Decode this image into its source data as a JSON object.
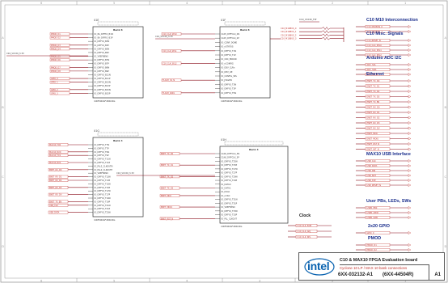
{
  "colors": {
    "wire": "#8b0f1a",
    "net_label": "#c0302b",
    "pin_text": "#3a3a3a",
    "bank_title": "#c0302b",
    "frame": "#9a9a9a",
    "title_blue": "#1a2e8c",
    "intel_blue": "#0a63b0"
  },
  "frame": {
    "top_markers": [
      "6",
      "5",
      "4",
      "3",
      "2",
      "1"
    ],
    "side_markers": [
      "A",
      "B",
      "C",
      "D"
    ]
  },
  "parts": [
    {
      "ref": "U1E",
      "bank": "Bank 8",
      "pins": [
        "IO_8A_DIFFIO_B1N",
        "IO_8A_DIFFIO_B1P",
        "IO_DIFFIO_B3N",
        "IO_DIFFIO_B3P",
        "IO_DIFFIO_B5N",
        "IO_DIFFIO_B5P",
        "IO_VREFB8N0",
        "IO_DIFFIO_B7N",
        "IO_DIFFIO_B7P",
        "IO_DIFFIO_B9N",
        "IO_DIFFIO_B9P",
        "IO_DIFFIO_B11N",
        "IO_DIFFIO_B11P",
        "IO_DIFFIO_B13N",
        "IO_DIFFIO_B13P",
        "IO_DIFFIO_B15N",
        "IO_DIFFIO_B15P"
      ],
      "part_no": "10M50DAF484C6G",
      "nets_left": [
        "PMOD_D1",
        "PMOD_D2",
        "PMOD_D3",
        "PMOD_D4",
        "PMOD_D5",
        "PMOD_D6",
        "PMOD_D7",
        "PMOD_D8",
        "GPIO_0",
        "GPIO_1",
        "GPIO_2",
        "GPIO_3"
      ],
      "supply": "C10_VCCIO_3.3V"
    },
    {
      "ref": "U1F",
      "bank": "Bank 8",
      "pins": [
        "CLK5_DIFFCLK_2N",
        "CLK5_DIFFCLK_2P",
        "IO_CONF_DONE",
        "IO_nSTATUS",
        "IO_DIFFIO_T1N",
        "IO_DIFFIO_T1P",
        "IO_CRC_ERROR",
        "IO_nCONFIG",
        "IO_DEV_CLRn",
        "IO_DEV_OE",
        "IO_CONFIG_SEL",
        "IO_JTAGEN",
        "IO_DIFFIO_T3N",
        "IO_DIFFIO_T3P",
        "IO_DIFFIO_T5N"
      ],
      "part_no": "10M50DAF484C6G",
      "nets_left": [
        "C10_CLK_SEL0",
        "C10_CLK_SEL1",
        "C10_CLK_SEL2",
        "FLASH_CS_N",
        "FLASH_DATA"
      ],
      "supply": "C10_VCCIO_3.3V"
    },
    {
      "ref": "U1G",
      "bank": "Bank 4",
      "pins": [
        "IO_DIFFIO_T7N",
        "IO_DIFFIO_T7P",
        "IO_DIFFIO_T9N",
        "IO_DIFFIO_T9P",
        "IO_DIFFIO_T11N",
        "IO_DIFFIO_T11P",
        "IO_PLL2_CLKOUTN",
        "IO_PLL2_CLKOUTP",
        "IO_VREFB4N0",
        "IO_DIFFIO_T13N",
        "IO_DIFFIO_T13P",
        "IO_DIFFIO_T15N",
        "IO_DIFFIO_T15P",
        "IO_DIFFIO_T17N",
        "IO_DIFFIO_T17P",
        "IO_DIFFIO_T19N",
        "IO_DIFFIO_T19P",
        "IO_DIFFIO_T21N",
        "IO_DIFFIO_T21P",
        "IO_DIFFIO_T23N"
      ],
      "part_no": "10M50DAF484C6G",
      "nets_left": [
        "MAX10_TX0",
        "MAX10_RX0",
        "MAX10_TX1",
        "MAX10_RX1",
        "ENET_RX_D0",
        "ENET_RX_D1",
        "ENET_RX_D2",
        "ENET_RX_D3",
        "ENET_RX_DV",
        "ENET_TX_EN",
        "USB_CLK",
        "USB_DATA"
      ],
      "supply": ""
    },
    {
      "ref": "U1H",
      "bank": "Bank 3",
      "pins": [
        "CLK6_DIFFCLK_3N",
        "CLK6_DIFFCLK_3P",
        "IO_DIFFIO_T25N",
        "IO_DIFFIO_T25P",
        "IO_DIFFIO_T27N",
        "IO_DIFFIO_T27P",
        "IO_DIFFIO_T29N",
        "IO_DIFFIO_T29P",
        "IO_DATA0",
        "IO_DATA1",
        "IO_DCLK",
        "IO_nCSO",
        "IO_DIFFIO_T31N",
        "IO_DIFFIO_T31P",
        "IO_VREFB3N0",
        "IO_DIFFIO_T33N",
        "IO_DIFFIO_T33P",
        "IO_PLL_CLKOUT"
      ],
      "part_no": "10M50DAF484C6G",
      "nets_left": [
        "ENET_TX_D0",
        "ENET_TX_D1",
        "ENET_TX_D2",
        "ENET_TX_D3",
        "ENET_MDC",
        "ENET_MDIO",
        "ENET_RST_N"
      ],
      "supply": "C10_VCCIO_3.3V"
    }
  ],
  "top_net": "C10_VCCIO_FLT",
  "top_connector_nets": [
    "C10_M10BUS_0",
    "C10_M10BUS_1",
    "C10_M10BUS_2",
    "C10_M10BUS_3"
  ],
  "right_sections": [
    {
      "title": "C10 M10 Interconnection",
      "nets": [
        "C10_M10BUS_0",
        "C10_M10BUS_1"
      ]
    },
    {
      "title": "C10 Misc. Signals",
      "nets": [
        "C10_RESET_N",
        "C10_CLK_SEL0",
        "C10_CLK_SEL1",
        "C10_CLK_SEL2"
      ]
    },
    {
      "title": "Arduino ADC I2C",
      "nets": [
        "ADC_SCL",
        "ADC_SDA",
        "ADC_INT_N"
      ]
    },
    {
      "title": "Ethernet",
      "nets": [
        "ENET_TX_D0",
        "ENET_TX_D1",
        "ENET_TX_D2",
        "ENET_TX_D3",
        "ENET_TX_EN",
        "ENET_RX_D0",
        "ENET_RX_D1",
        "ENET_RX_D2",
        "ENET_RX_D3",
        "ENET_RX_DV",
        "ENET_MDC",
        "ENET_MDIO",
        "ENET_RST_N",
        "ENET_INT_N"
      ]
    },
    {
      "title": "MAX10 USB Interface",
      "nets": [
        "USB_CLK",
        "USB_DATA",
        "USB_DIR",
        "USB_NXT",
        "USB_STP",
        "USB_RESET_N"
      ]
    },
    {
      "title": "User PBs, LEDs, SWs",
      "nets": [
        "USER_PB0",
        "USER_LED0",
        "USER_SW0"
      ]
    },
    {
      "title": "2x20 GPIO",
      "nets": [
        "GPIO_0"
      ]
    },
    {
      "title": "PMOD",
      "nets": [
        "PMOD_D1",
        "PMOD_D2"
      ]
    }
  ],
  "clock": {
    "title": "Clock",
    "nets": [
      "C10_CLK_50M",
      "C10_CLK_ADJ",
      "C10_CLK_SEL"
    ]
  },
  "title_block": {
    "logo": "intel",
    "title": "C10 & MAX10 FPGA Evaluation board",
    "subtitle": "Cyclone 10 LP / MAX 10 bank connections",
    "doc_no": "6XX-032132-A1",
    "code": "(6XX-44504R)",
    "rev": "A1"
  }
}
